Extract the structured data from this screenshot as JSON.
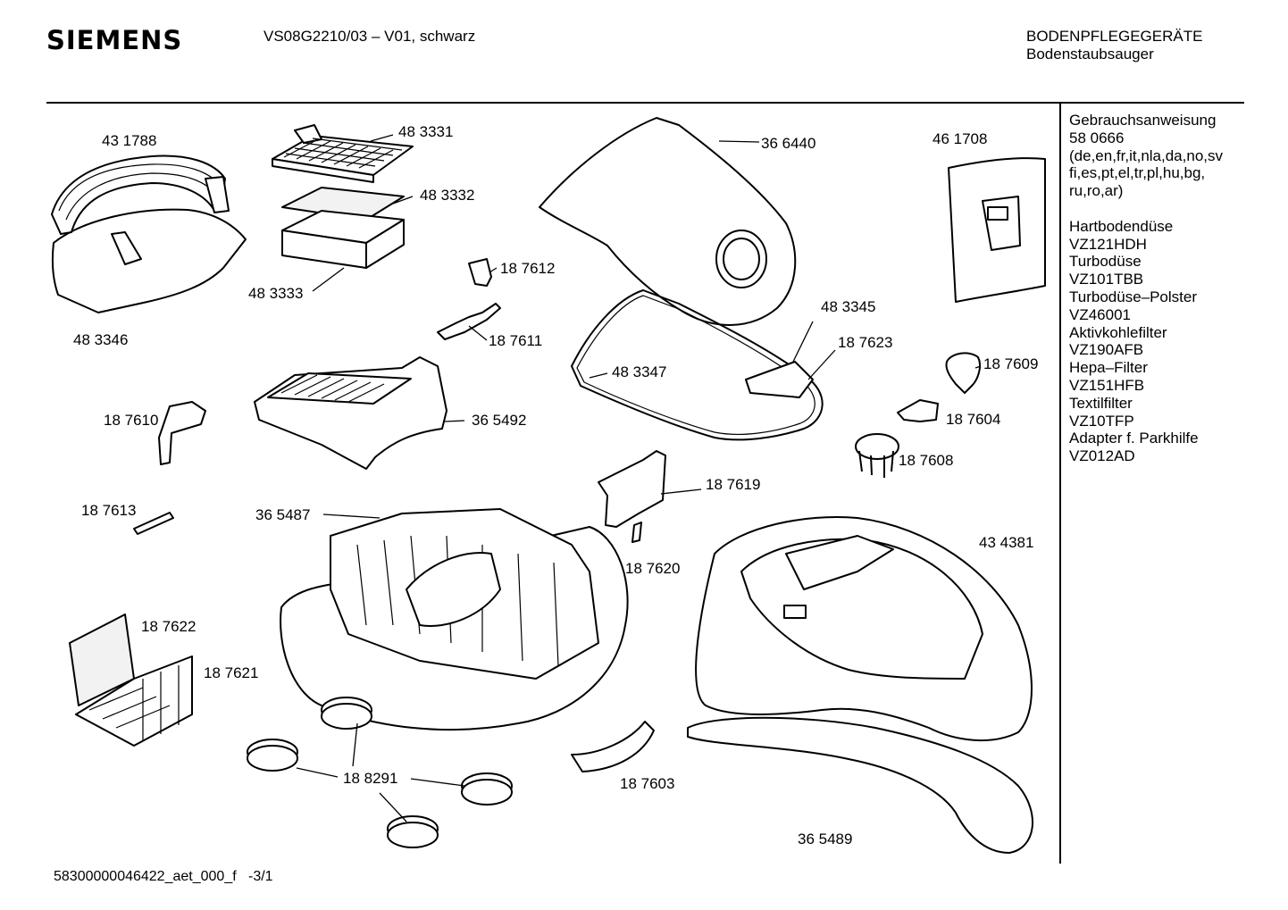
{
  "header": {
    "brand": "SIEMENS",
    "model": "VS08G2210/03 – V01, schwarz",
    "category": "BODENPFLEGEGERÄTE",
    "subcategory": "Bodenstaubsauger"
  },
  "accessories": [
    "Gebrauchsanweisung",
    "58 0666",
    "(de,en,fr,it,nla,da,no,sv",
    "fi,es,pt,el,tr,pl,hu,bg,",
    "ru,ro,ar)",
    "",
    "Hartbodendüse",
    "VZ121HDH",
    "Turbodüse",
    "VZ101TBB",
    "Turbodüse–Polster",
    "VZ46001",
    "Aktivkohlefilter",
    "VZ190AFB",
    "Hepa–Filter",
    "VZ151HFB",
    "Textilfilter",
    "VZ10TFP",
    "Adapter f. Parkhilfe",
    "VZ012AD"
  ],
  "parts": [
    {
      "id": "431788",
      "label": "43 1788"
    },
    {
      "id": "483346",
      "label": "48 3346"
    },
    {
      "id": "483331",
      "label": "48 3331"
    },
    {
      "id": "483332",
      "label": "48 3332"
    },
    {
      "id": "483333",
      "label": "48 3333"
    },
    {
      "id": "366440",
      "label": "36 6440"
    },
    {
      "id": "461708",
      "label": "46 1708"
    },
    {
      "id": "187612",
      "label": "18 7612"
    },
    {
      "id": "187611",
      "label": "18 7611"
    },
    {
      "id": "483345",
      "label": "48 3345"
    },
    {
      "id": "187623",
      "label": "18 7623"
    },
    {
      "id": "483347",
      "label": "48 3347"
    },
    {
      "id": "187609",
      "label": "18 7609"
    },
    {
      "id": "187610",
      "label": "18 7610"
    },
    {
      "id": "365492",
      "label": "36 5492"
    },
    {
      "id": "187604",
      "label": "18 7604"
    },
    {
      "id": "187608",
      "label": "18 7608"
    },
    {
      "id": "187619",
      "label": "18 7619"
    },
    {
      "id": "187613",
      "label": "18 7613"
    },
    {
      "id": "365487",
      "label": "36 5487"
    },
    {
      "id": "434381",
      "label": "43 4381"
    },
    {
      "id": "187620",
      "label": "18 7620"
    },
    {
      "id": "187622",
      "label": "18 7622"
    },
    {
      "id": "187621",
      "label": "18 7621"
    },
    {
      "id": "188291",
      "label": "18 8291"
    },
    {
      "id": "187603",
      "label": "18 7603"
    },
    {
      "id": "365489",
      "label": "36 5489"
    }
  ],
  "footer": {
    "doc_id": "58300000046422_aet_000_f",
    "page": "-3/1"
  }
}
